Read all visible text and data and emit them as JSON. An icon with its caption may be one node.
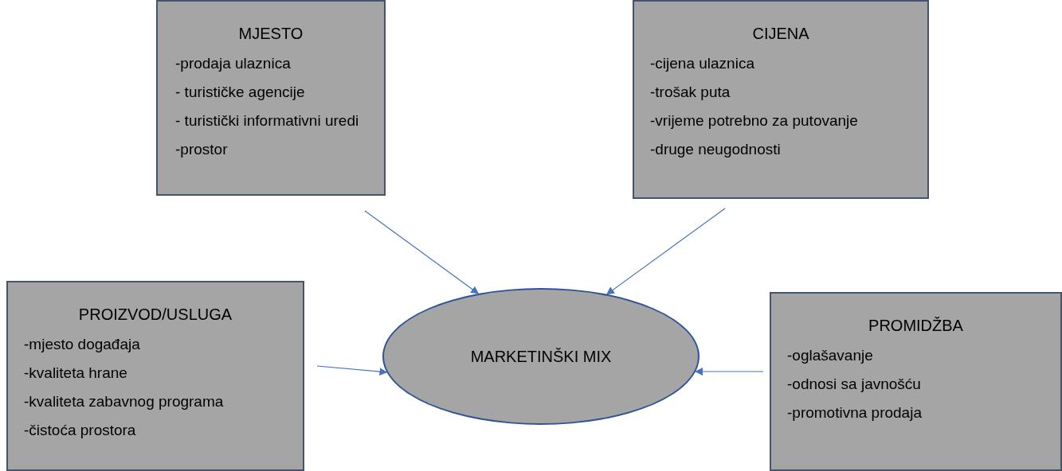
{
  "diagram": {
    "nodes": [
      {
        "text": [
          "MJESTO",
          "-prodaja ulaznica",
          "- turističke agencije",
          "- turistički informativni uredi",
          "-prostor"
        ]
      },
      {
        "text": [
          "CIJENA",
          "-cijena ulaznica",
          "-trošak puta",
          "-vrijeme potrebno za putovanje",
          "-druge neugodnosti"
        ]
      },
      {
        "text": [
          "PROIZVOD/USLUGA",
          "-mjesto događaja",
          "-kvaliteta hrane",
          "-kvaliteta zabavnog programa",
          "-čistoća prostora"
        ]
      },
      {
        "text": [
          "MARKETINŠKI MIX"
        ]
      },
      {
        "text": [
          "PROMIDŽBA",
          "-oglašavanje",
          "-odnosi sa javnošću",
          "-promotivna prodaja"
        ]
      }
    ],
    "edges": [
      {
        "from": 0,
        "to": 3,
        "arrow": "to"
      },
      {
        "from": 1,
        "to": 3,
        "arrow": "to"
      },
      {
        "from": 2,
        "to": 3,
        "arrow": "to"
      },
      {
        "from": 4,
        "to": 3,
        "arrow": "to"
      }
    ]
  }
}
